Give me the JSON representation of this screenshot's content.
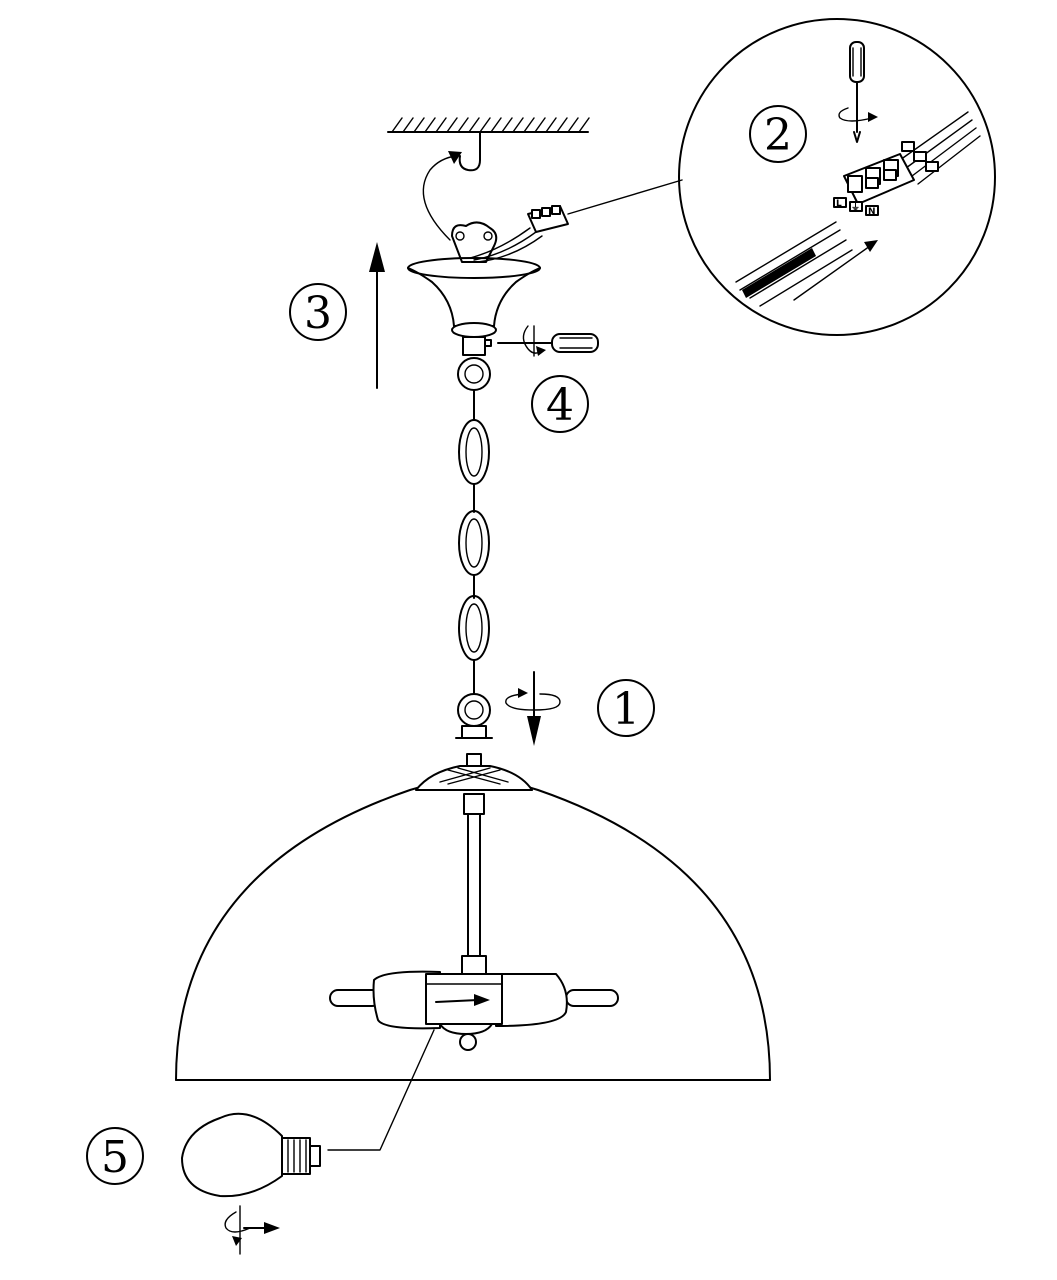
{
  "steps": [
    {
      "number": "1"
    },
    {
      "number": "2"
    },
    {
      "number": "3"
    },
    {
      "number": "4"
    },
    {
      "number": "5"
    }
  ],
  "terminal_labels": {
    "live": "L",
    "earth": "⏚",
    "neutral": "N"
  },
  "colors": {
    "line": "#000000",
    "background": "#ffffff"
  }
}
